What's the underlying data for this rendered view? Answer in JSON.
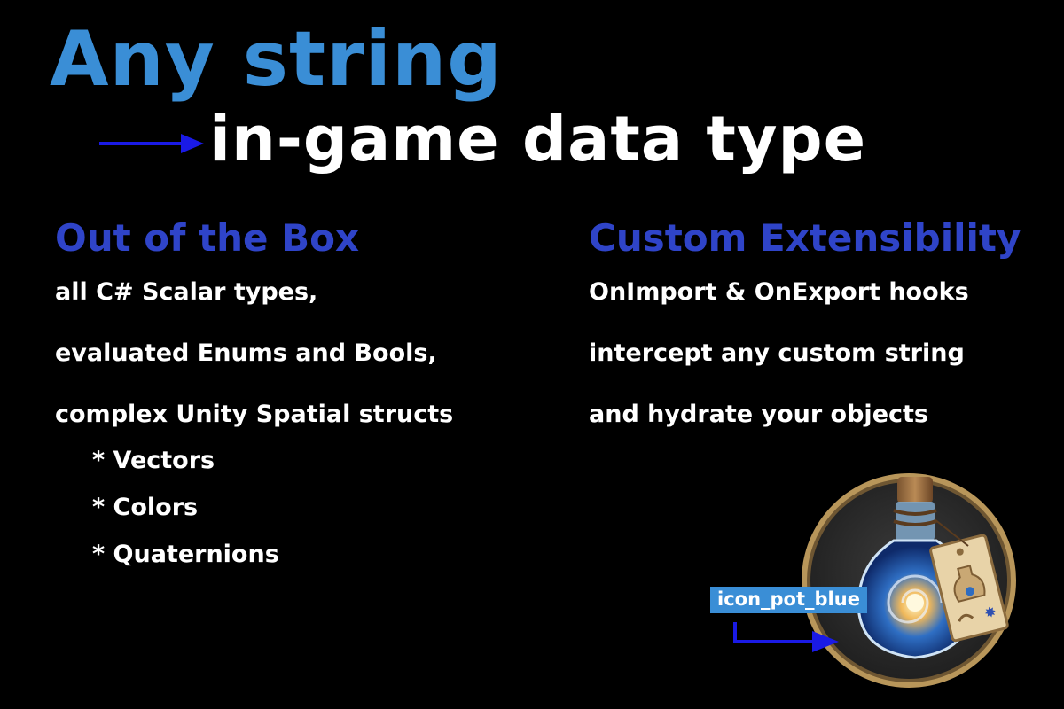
{
  "colors": {
    "headline": "#3a8ed6",
    "section_title": "#2f44c8",
    "arrow": "#1a1ae6",
    "tag_bg": "#3a8ed6",
    "body_text": "#ffffff"
  },
  "hero": {
    "headline": "Any string",
    "subline": "in-game data type"
  },
  "left": {
    "title": "Out of the Box",
    "items": [
      "all C# Scalar types,",
      "evaluated Enums and Bools,",
      "complex Unity Spatial structs"
    ],
    "bullets": [
      "* Vectors",
      "* Colors",
      "* Quaternions"
    ]
  },
  "right": {
    "title": "Custom Extensibility",
    "items": [
      "OnImport & OnExport hooks",
      "intercept any custom string",
      "and hydrate your objects"
    ]
  },
  "icon": {
    "name": "potion-bottle-icon",
    "label": "icon_pot_blue"
  }
}
